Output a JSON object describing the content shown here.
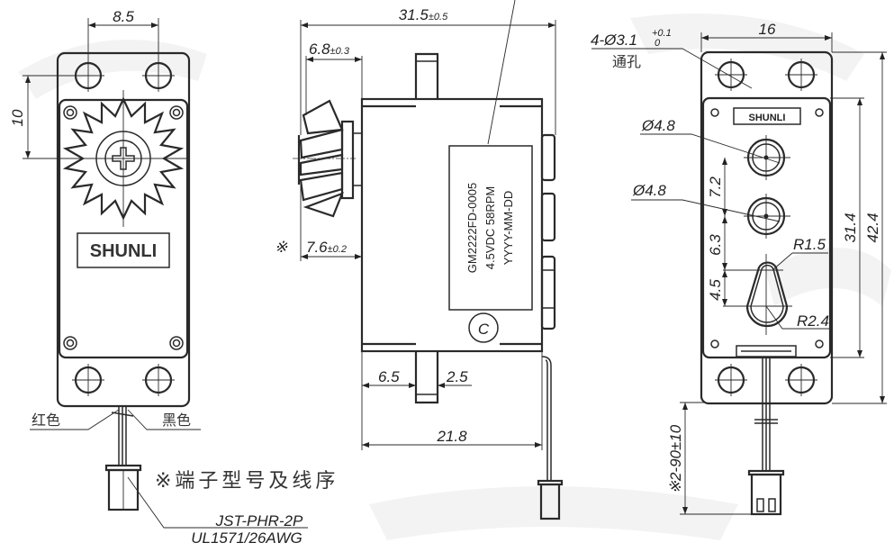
{
  "drawing": {
    "brand_logo": "SHUNLI",
    "front_view": {
      "dim_hole_pitch_horizontal": "8.5",
      "dim_hole_to_gear_vertical": "10",
      "logo_text": "SHUNLI",
      "wire_red_label": "红色",
      "wire_black_label": "黑色",
      "terminal_note": "※端子型号及线序",
      "connector_model": "JST-PHR-2P",
      "wire_spec": "UL1571/26AWG"
    },
    "side_view": {
      "dim_total_length": "31.5",
      "dim_total_length_tol": "±0.5",
      "dim_gear_length": "6.8",
      "dim_gear_length_tol": "±0.3",
      "note_mark": "※",
      "dim_gear_offset": "7.6",
      "dim_gear_offset_tol": "±0.2",
      "label_line1": "GM2222FD-0005",
      "label_line2": "4.5VDC 58RPM",
      "label_line3": "YYYY-MM-DD",
      "circle_mark": "C",
      "dim_flange_offset": "6.5",
      "dim_flange_thickness": "2.5",
      "dim_body_length": "21.8"
    },
    "rear_view": {
      "dim_width": "16",
      "dim_mount_holes": "4-Ø3.1",
      "dim_mount_holes_tol_upper": "+0.1",
      "dim_mount_holes_tol_lower": "0",
      "mount_holes_note": "通孔",
      "logo_text": "SHUNLI",
      "dim_bore_1": "Ø4.8",
      "dim_bore_2": "Ø4.8",
      "dim_bore_spacing": "7.2",
      "dim_slot_offset": "6.3",
      "dim_slot_length": "4.5",
      "dim_slot_small_radius": "R1.5",
      "dim_slot_large_radius": "R2.4",
      "dim_body_height": "31.4",
      "dim_total_height": "42.4",
      "dim_wire_length": "※2-90±10"
    }
  }
}
